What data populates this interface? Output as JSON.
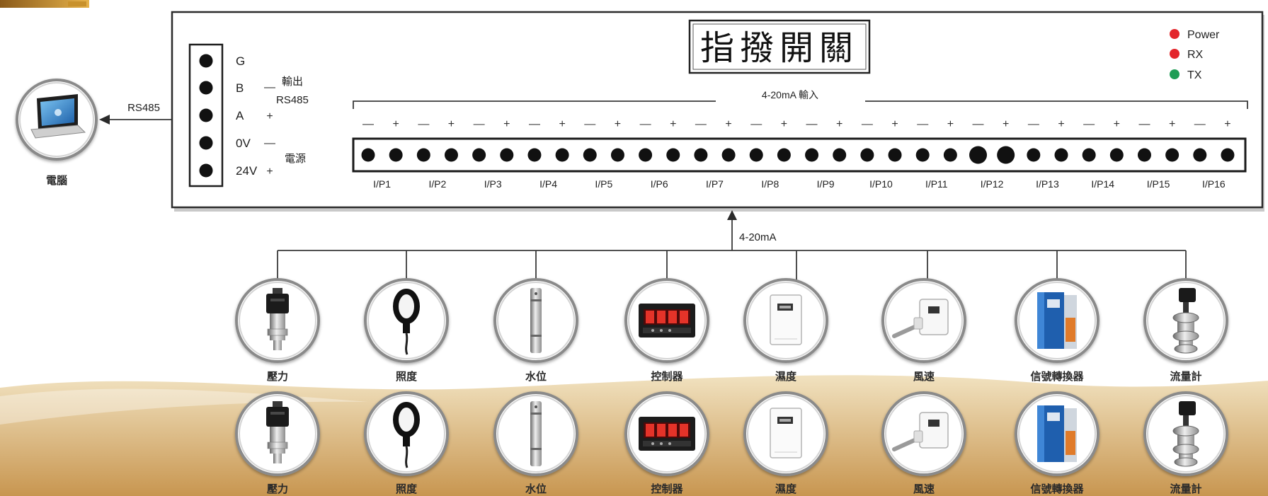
{
  "corner_logo": {
    "color": "#c8912c"
  },
  "computer": {
    "label": "電腦",
    "icon": "laptop"
  },
  "rs485_link": {
    "label": "RS485"
  },
  "device": {
    "title": "指撥開關",
    "leds": [
      {
        "label": "Power",
        "color": "#e3262b"
      },
      {
        "label": "RX",
        "color": "#e3262b"
      },
      {
        "label": "TX",
        "color": "#1f9d55"
      }
    ],
    "terminal": {
      "pins": [
        {
          "label": "G"
        },
        {
          "label": "B",
          "sign": "—"
        },
        {
          "label": "A",
          "sign": "+"
        },
        {
          "label": "0V",
          "sign": "—"
        },
        {
          "label": "24V",
          "sign": "+"
        }
      ],
      "output_label": "輸出",
      "output_protocol": "RS485",
      "power_label": "電源"
    },
    "inputs": {
      "bracket_label": "4-20mA 輸入",
      "signs": [
        "—",
        "+"
      ],
      "channels": [
        "I/P1",
        "I/P2",
        "I/P3",
        "I/P4",
        "I/P5",
        "I/P6",
        "I/P7",
        "I/P8",
        "I/P9",
        "I/P10",
        "I/P11",
        "I/P12",
        "I/P13",
        "I/P14",
        "I/P15",
        "I/P16"
      ]
    }
  },
  "sensor_link": {
    "label": "4-20mA"
  },
  "sensor_rows": [
    [
      {
        "label": "壓力",
        "icon": "pressure-transmitter"
      },
      {
        "label": "照度",
        "icon": "light-sensor"
      },
      {
        "label": "水位",
        "icon": "water-level-probe"
      },
      {
        "label": "控制器",
        "icon": "panel-controller"
      },
      {
        "label": "濕度",
        "icon": "humidity-sensor"
      },
      {
        "label": "風速",
        "icon": "wind-speed-sensor"
      },
      {
        "label": "信號轉換器",
        "icon": "signal-converter"
      },
      {
        "label": "流量計",
        "icon": "flow-meter"
      }
    ],
    [
      {
        "label": "壓力",
        "icon": "pressure-transmitter"
      },
      {
        "label": "照度",
        "icon": "light-sensor"
      },
      {
        "label": "水位",
        "icon": "water-level-probe"
      },
      {
        "label": "控制器",
        "icon": "panel-controller"
      },
      {
        "label": "濕度",
        "icon": "humidity-sensor"
      },
      {
        "label": "風速",
        "icon": "wind-speed-sensor"
      },
      {
        "label": "信號轉換器",
        "icon": "signal-converter"
      },
      {
        "label": "流量計",
        "icon": "flow-meter"
      }
    ]
  ],
  "colors": {
    "frame": "#2b2b2b",
    "sensor_ring": "#8a8a8a",
    "band_light": "#f1e2c0",
    "band_dark": "#c89650"
  }
}
